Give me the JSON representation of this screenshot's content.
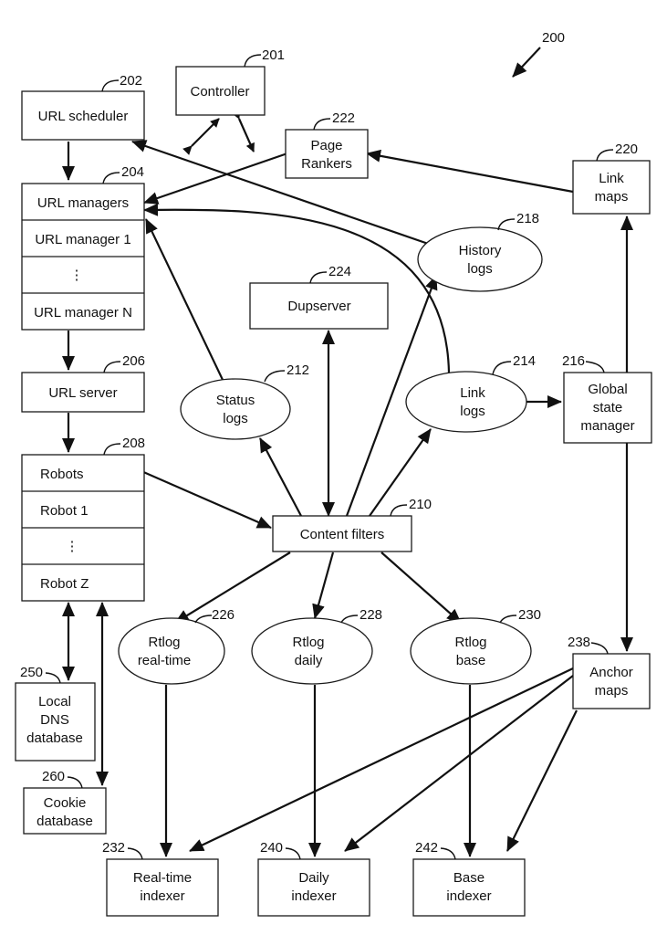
{
  "figure_number": "200",
  "nodes": {
    "controller": {
      "ref": "201",
      "lines": [
        "Controller"
      ]
    },
    "url_scheduler": {
      "ref": "202",
      "lines": [
        "URL scheduler"
      ]
    },
    "url_managers": {
      "ref": "204",
      "rows": [
        "URL managers",
        "URL manager 1",
        "⋮",
        "URL manager N"
      ]
    },
    "url_server": {
      "ref": "206",
      "lines": [
        "URL server"
      ]
    },
    "robots": {
      "ref": "208",
      "rows": [
        "Robots",
        "Robot 1",
        "⋮",
        "Robot Z"
      ]
    },
    "content_filters": {
      "ref": "210",
      "lines": [
        "Content filters"
      ]
    },
    "status_logs": {
      "ref": "212",
      "lines": [
        "Status",
        "logs"
      ]
    },
    "link_logs": {
      "ref": "214",
      "lines": [
        "Link",
        "logs"
      ]
    },
    "global_state_manager": {
      "ref": "216",
      "lines": [
        "Global",
        "state",
        "manager"
      ]
    },
    "history_logs": {
      "ref": "218",
      "lines": [
        "History",
        "logs"
      ]
    },
    "link_maps": {
      "ref": "220",
      "lines": [
        "Link",
        "maps"
      ]
    },
    "page_rankers": {
      "ref": "222",
      "lines": [
        "Page",
        "Rankers"
      ]
    },
    "dupserver": {
      "ref": "224",
      "lines": [
        "Dupserver"
      ]
    },
    "rtlog_realtime": {
      "ref": "226",
      "lines": [
        "Rtlog",
        "real-time"
      ]
    },
    "rtlog_daily": {
      "ref": "228",
      "lines": [
        "Rtlog",
        "daily"
      ]
    },
    "rtlog_base": {
      "ref": "230",
      "lines": [
        "Rtlog",
        "base"
      ]
    },
    "realtime_indexer": {
      "ref": "232",
      "lines": [
        "Real-time",
        "indexer"
      ]
    },
    "anchor_maps": {
      "ref": "238",
      "lines": [
        "Anchor",
        "maps"
      ]
    },
    "daily_indexer": {
      "ref": "240",
      "lines": [
        "Daily",
        "indexer"
      ]
    },
    "base_indexer": {
      "ref": "242",
      "lines": [
        "Base",
        "indexer"
      ]
    },
    "local_dns_database": {
      "ref": "250",
      "lines": [
        "Local",
        "DNS",
        "database"
      ]
    },
    "cookie_database": {
      "ref": "260",
      "lines": [
        "Cookie",
        "database"
      ]
    }
  }
}
